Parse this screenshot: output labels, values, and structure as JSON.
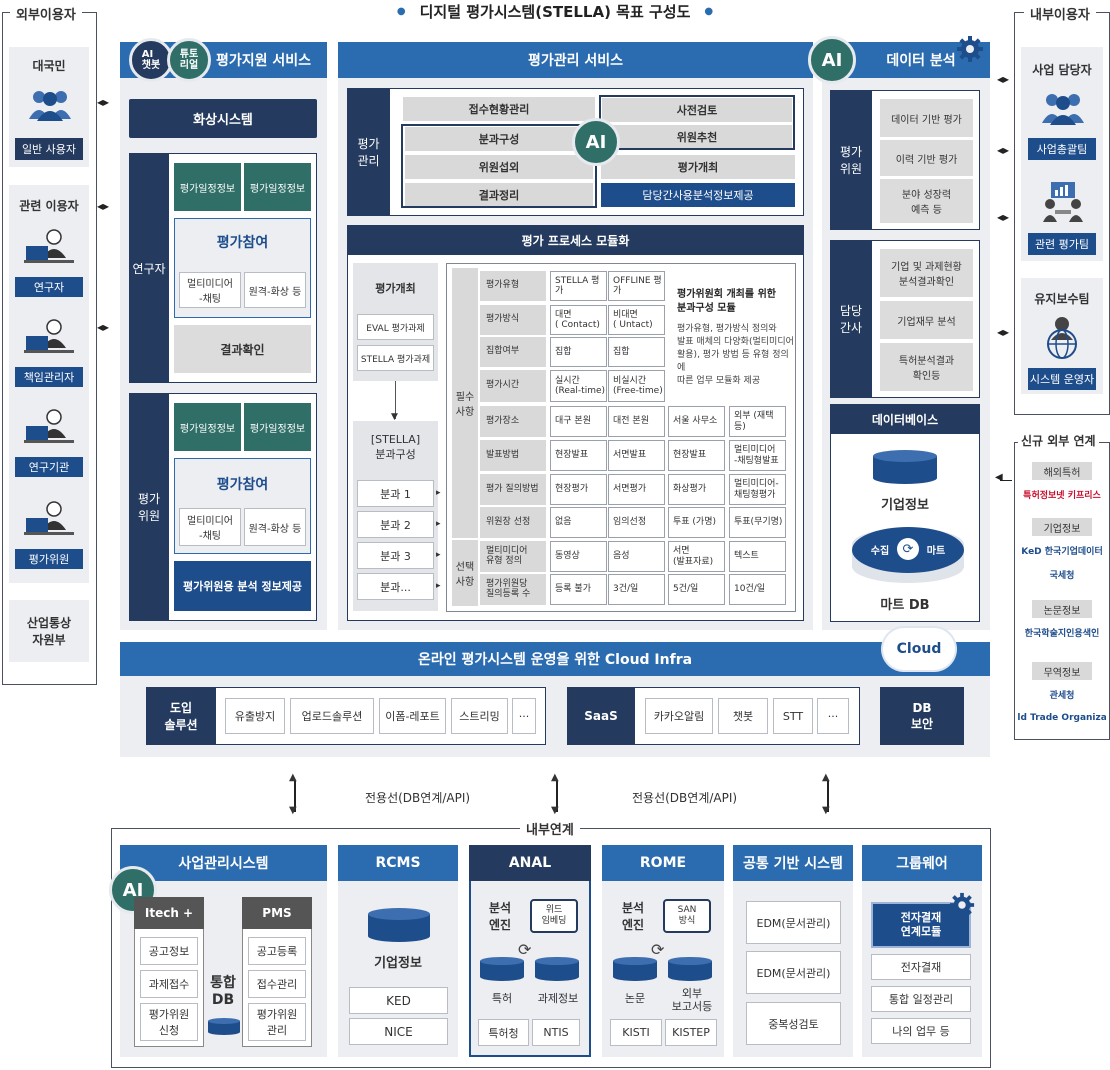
{
  "title": "디지털 평가시스템(STELLA) 목표 구성도",
  "external_users": {
    "title": "외부이용자",
    "public": {
      "title": "대국민",
      "label": "일반 사용자"
    },
    "related": {
      "title": "관련 이용자",
      "items": [
        "연구자",
        "책임관리자",
        "연구기관",
        "평가위원"
      ]
    },
    "ministry": "산업통상\n자원부"
  },
  "internal_users": {
    "title": "내부이용자",
    "business": {
      "title": "사업 담당자",
      "items": [
        "사업총괄팀",
        "관련 평가팀"
      ]
    },
    "maintenance": {
      "title": "유지보수팀",
      "label": "시스템 운영자"
    }
  },
  "new_external": {
    "title": "신규 외부 연계",
    "groups": [
      {
        "label": "해외특허",
        "logos": [
          "특허정보넷 키프리스"
        ]
      },
      {
        "label": "기업정보",
        "logos": [
          "KeD 한국기업데이터",
          "국세청"
        ]
      },
      {
        "label": "논문정보",
        "logos": [
          "한국학술지인용색인"
        ]
      },
      {
        "label": "무역정보",
        "logos": [
          "관세청",
          "World Trade Organization"
        ]
      }
    ]
  },
  "support": {
    "title": "평가지원 서비스",
    "badge_ai": "AI\n챗봇",
    "badge_tutorial": "튜토\n리얼",
    "video": "화상시스템",
    "researcher": {
      "label": "연구자",
      "tags": [
        "평가일정정보",
        "평가일정정보"
      ],
      "participation": "평가참여",
      "sub": [
        "멀티미디어\n-채팅",
        "원격-화상 등"
      ],
      "result": "결과확인"
    },
    "evaluator": {
      "label": "평가\n위원",
      "tags": [
        "평가일정정보",
        "평가일정정보"
      ],
      "participation": "평가참여",
      "sub": [
        "멀티미디어\n-채팅",
        "원격-화상 등"
      ],
      "info": "평가위원용 분석 정보제공"
    }
  },
  "management": {
    "title": "평가관리 서비스",
    "side": "평가\n관리",
    "ai": "AI",
    "items_left": [
      "접수현황관리",
      "분과구성",
      "위원섭외",
      "결과정리"
    ],
    "items_right": [
      "사전검토",
      "위원추천",
      "평가개최"
    ],
    "highlight": "담당간사용분석정보제공"
  },
  "process": {
    "title": "평가 프로세스 모듈화",
    "event": "평가개최",
    "event_items": [
      "EVAL 평가과제",
      "STELLA 평가과제"
    ],
    "stella": "[STELLA]\n분과구성",
    "divisions": [
      "분과 1",
      "분과 2",
      "분과 3",
      "분과..."
    ],
    "required_label": "필수\n사항",
    "optional_label": "선택\n사항",
    "rows": [
      {
        "h": "평가유형",
        "c": [
          "STELLA 평가",
          "OFFLINE 평가"
        ]
      },
      {
        "h": "평가방식",
        "c": [
          "대면\n( Contact)",
          "비대면\n( Untact)"
        ]
      },
      {
        "h": "집합여부",
        "c": [
          "집합",
          "집합"
        ]
      },
      {
        "h": "평가시간",
        "c": [
          "실시간\n(Real-time)",
          "비실시간\n(Free-time)"
        ]
      },
      {
        "h": "평가장소",
        "c": [
          "대구 본원",
          "대전 본원",
          "서울 사무소",
          "외부 (재택 등)"
        ]
      },
      {
        "h": "발표방법",
        "c": [
          "현장발표",
          "서면발표",
          "현장발표",
          "멀티미디어\n-채팅형발표"
        ]
      },
      {
        "h": "평가 질의방법",
        "c": [
          "현장평가",
          "서면평가",
          "화상평가",
          "멀티미디어-\n채팅형평가"
        ]
      },
      {
        "h": "위원장 선정",
        "c": [
          "없음",
          "임의선정",
          "투표 (가명)",
          "투표(무기명)"
        ]
      },
      {
        "h": "멀티미디어\n유형 정의",
        "c": [
          "동영상",
          "음성",
          "서면\n(발표자료)",
          "텍스트"
        ]
      },
      {
        "h": "평가위원당\n질의등록 수",
        "c": [
          "등록 불가",
          "3건/일",
          "5건/일",
          "10건/일"
        ]
      }
    ],
    "note_title": "평가위원회 개최를 위한\n분과구성 모듈",
    "note_body": "평가유형, 평가방식 정의와\n발표 매체의 다양화(멀티미디어\n활용), 평가 방법 등 유형 정의에\n따른 업무 모듈화 제공"
  },
  "data_analysis": {
    "title": "데이터 분석",
    "ai": "AI",
    "evaluator_label": "평가\n위원",
    "evaluator_items": [
      "데이터 기반 평가",
      "이력 기반 평가",
      "분야 성장력\n예측 등"
    ],
    "manager_label": "담당\n간사",
    "manager_items": [
      "기업 및 과제현황\n분석결과확인",
      "기업재무 분석",
      "특허분석결과\n확인등"
    ],
    "database": "데이터베이스",
    "company_info": "기업정보",
    "collect": "수집",
    "mart": "마트",
    "mart_db": "마트 DB"
  },
  "cloud": {
    "title": "온라인 평가시스템 운영을 위한 Cloud Infra",
    "badge": "Cloud",
    "solutions_label": "도입\n솔루션",
    "solutions": [
      "유출방지",
      "업로드솔루션",
      "이폼-레포트",
      "스트리밍",
      "···"
    ],
    "saas_label": "SaaS",
    "saas": [
      "카카오알림",
      "챗봇",
      "STT",
      "···"
    ],
    "security": "DB\n보안"
  },
  "lines": [
    "전용선(DB연계/API)",
    "전용선(DB연계/API)"
  ],
  "internal": {
    "title": "내부연계",
    "business_mgmt": {
      "title": "사업관리시스템",
      "ai": "AI",
      "itech": "Itech +",
      "itech_items": [
        "공고정보",
        "과제접수",
        "평가위원\n신청"
      ],
      "pms": "PMS",
      "pms_items": [
        "공고등록",
        "접수관리",
        "평가위원\n관리"
      ],
      "db": "통합\nDB"
    },
    "rcms": {
      "title": "RCMS",
      "db": "기업정보",
      "items": [
        "KED",
        "NICE"
      ]
    },
    "anal": {
      "title": "ANAL",
      "engine": "분석\n엔진",
      "card": "위드\n임베딩",
      "dbs": [
        "특허",
        "과제정보"
      ],
      "items": [
        "특허청",
        "NTIS"
      ]
    },
    "rome": {
      "title": "ROME",
      "engine": "분석\n엔진",
      "card": "SAN\n방식",
      "dbs": [
        "논문",
        "외부\n보고서등"
      ],
      "items": [
        "KISTI",
        "KISTEP"
      ]
    },
    "common": {
      "title": "공통 기반 시스템",
      "items": [
        "EDM(문서관리)",
        "EDM(문서관리)",
        "중복성검토"
      ]
    },
    "groupware": {
      "title": "그룹웨어",
      "highlight": "전자결재\n연계모듈",
      "items": [
        "전자결재",
        "통합 일정관리",
        "나의 업무 등"
      ]
    }
  },
  "colors": {
    "navy": "#243a5e",
    "blue": "#2b6cb0",
    "teal": "#2f6f67",
    "gray": "#d9d9d9",
    "panel": "#eceef2"
  }
}
